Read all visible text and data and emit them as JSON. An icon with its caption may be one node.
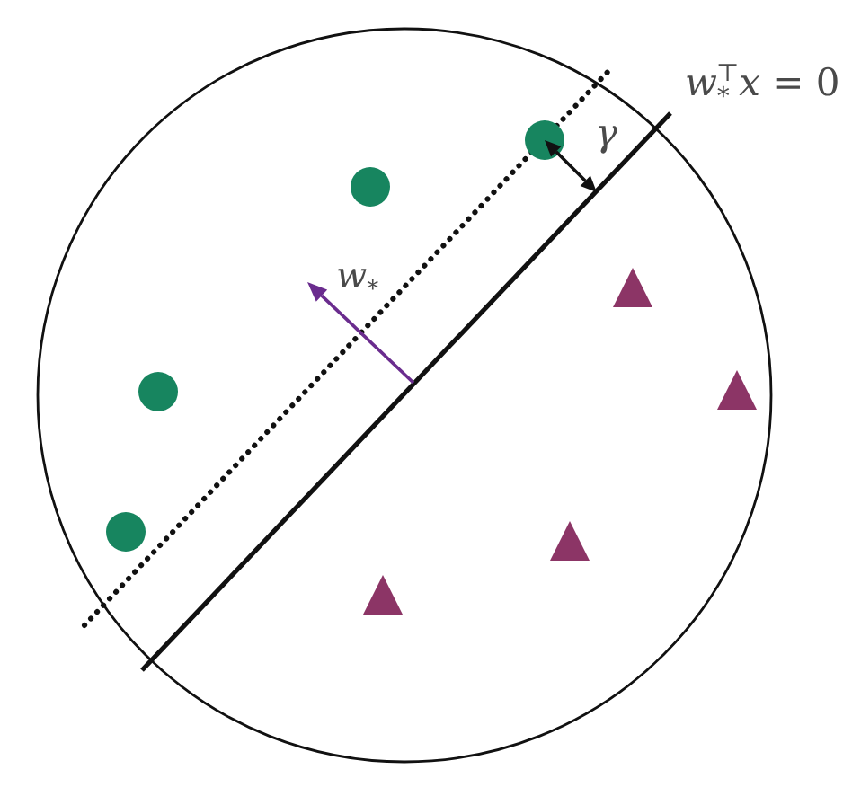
{
  "diagram": {
    "labels": [
      "*w*$_{*}$$^{⊤}$*x* = 0",
      "γ",
      "*w*$_{*}$"
    ]
  }
}
